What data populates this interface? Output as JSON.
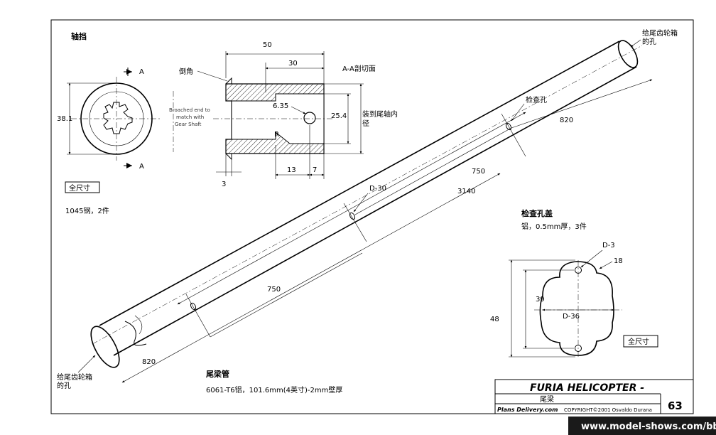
{
  "collar": {
    "title": "轴挡",
    "section_marker": "A",
    "section_label": "A-A剖切面",
    "chamfer_label": "倒角",
    "broach_note": [
      "Broached end to",
      "match with",
      "Gear Shaft"
    ],
    "dim_length": "50",
    "dim_bore_depth": "30",
    "dim_hole": "6.35",
    "dim_radius": "R",
    "dim_inner_dia": "25.4",
    "dim_outer_dia": "38.1",
    "dim_13": "13",
    "dim_7": "7",
    "dim_3": "3",
    "fit_note": [
      "装到尾轴内",
      "径"
    ],
    "scale_badge": "全尺寸",
    "material": "1045钢，2件"
  },
  "tube": {
    "title": "尾梁管",
    "material": "6061-T6铝，101.6mm(4英寸)-2mm壁厚",
    "hole_label_top": [
      "给尾齿轮箱",
      "的孔"
    ],
    "hole_label_bottom": [
      "给尾齿轮箱",
      "的孔"
    ],
    "inspection_label": "检查孔",
    "dim_820_top": "820",
    "dim_750_top": "750",
    "dim_3140": "3140",
    "dim_d30": "D-30",
    "dim_750_bottom": "750",
    "dim_820_bottom": "820"
  },
  "cover": {
    "title": "检查孔盖",
    "material": "铝，0.5mm厚，3件",
    "dim_d3": "D-3",
    "dim_18": "18",
    "dim_39": "39",
    "dim_48": "48",
    "dim_d36": "D-36",
    "scale_badge": "全尺寸"
  },
  "title_block": {
    "title": "FURIA HELICOPTER -",
    "subtitle": "尾梁",
    "publisher": "Plans Delivery.com",
    "copyright": "COPYRIGHT©2001 Osvaldo Durana",
    "page": "63"
  },
  "watermark": "www.model-shows.com/bbs"
}
